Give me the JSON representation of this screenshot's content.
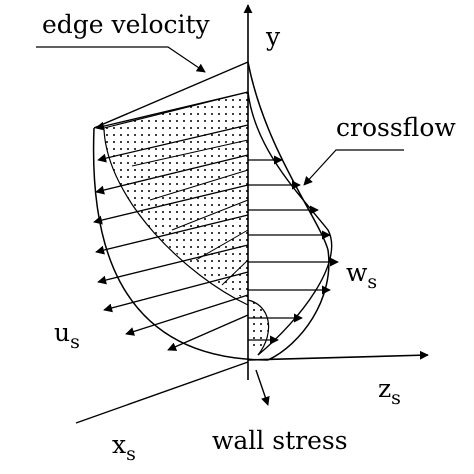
{
  "labels": {
    "edge_velocity": "edge velocity",
    "crossflow": "crossflow",
    "wall_stress": "wall stress",
    "y_axis": "y",
    "u": {
      "base": "u",
      "sub": "s"
    },
    "w": {
      "base": "w",
      "sub": "s"
    },
    "z": {
      "base": "z",
      "sub": "s"
    },
    "x": {
      "base": "x",
      "sub": "s"
    }
  },
  "colors": {
    "ink": "#000000",
    "background": "#ffffff"
  }
}
